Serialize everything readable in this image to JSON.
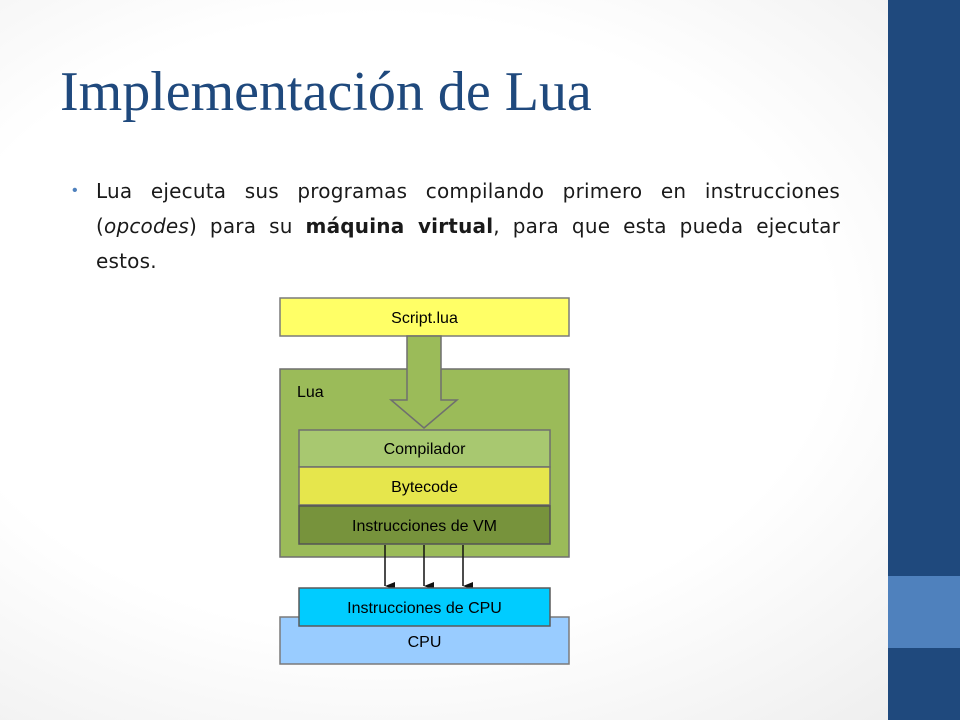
{
  "slide": {
    "title": "Implementación de Lua",
    "bullet": {
      "part1": "Lua ejecuta sus programas compilando primero en instrucciones (",
      "italic": "opcodes",
      "part2": ") para su ",
      "bold": "máquina virtual",
      "part3": ", para que esta pueda ejecutar estos."
    }
  },
  "diagram": {
    "script": "Script.lua",
    "lua": "Lua",
    "compiler": "Compilador",
    "bytecode": "Bytecode",
    "vm_instructions": "Instrucciones de VM",
    "cpu_instructions": "Instrucciones de CPU",
    "cpu": "CPU"
  },
  "colors": {
    "title": "#1f497d",
    "sidebar_dark": "#1f497d",
    "sidebar_light": "#4f81bd",
    "script_fill": "#ffff66",
    "lua_fill": "#9bbb59",
    "compiler_fill": "#a8c870",
    "bytecode_fill": "#e6e64c",
    "vm_fill": "#77933c",
    "cpu_instr_fill": "#00ccff",
    "cpu_fill": "#99ccff"
  }
}
